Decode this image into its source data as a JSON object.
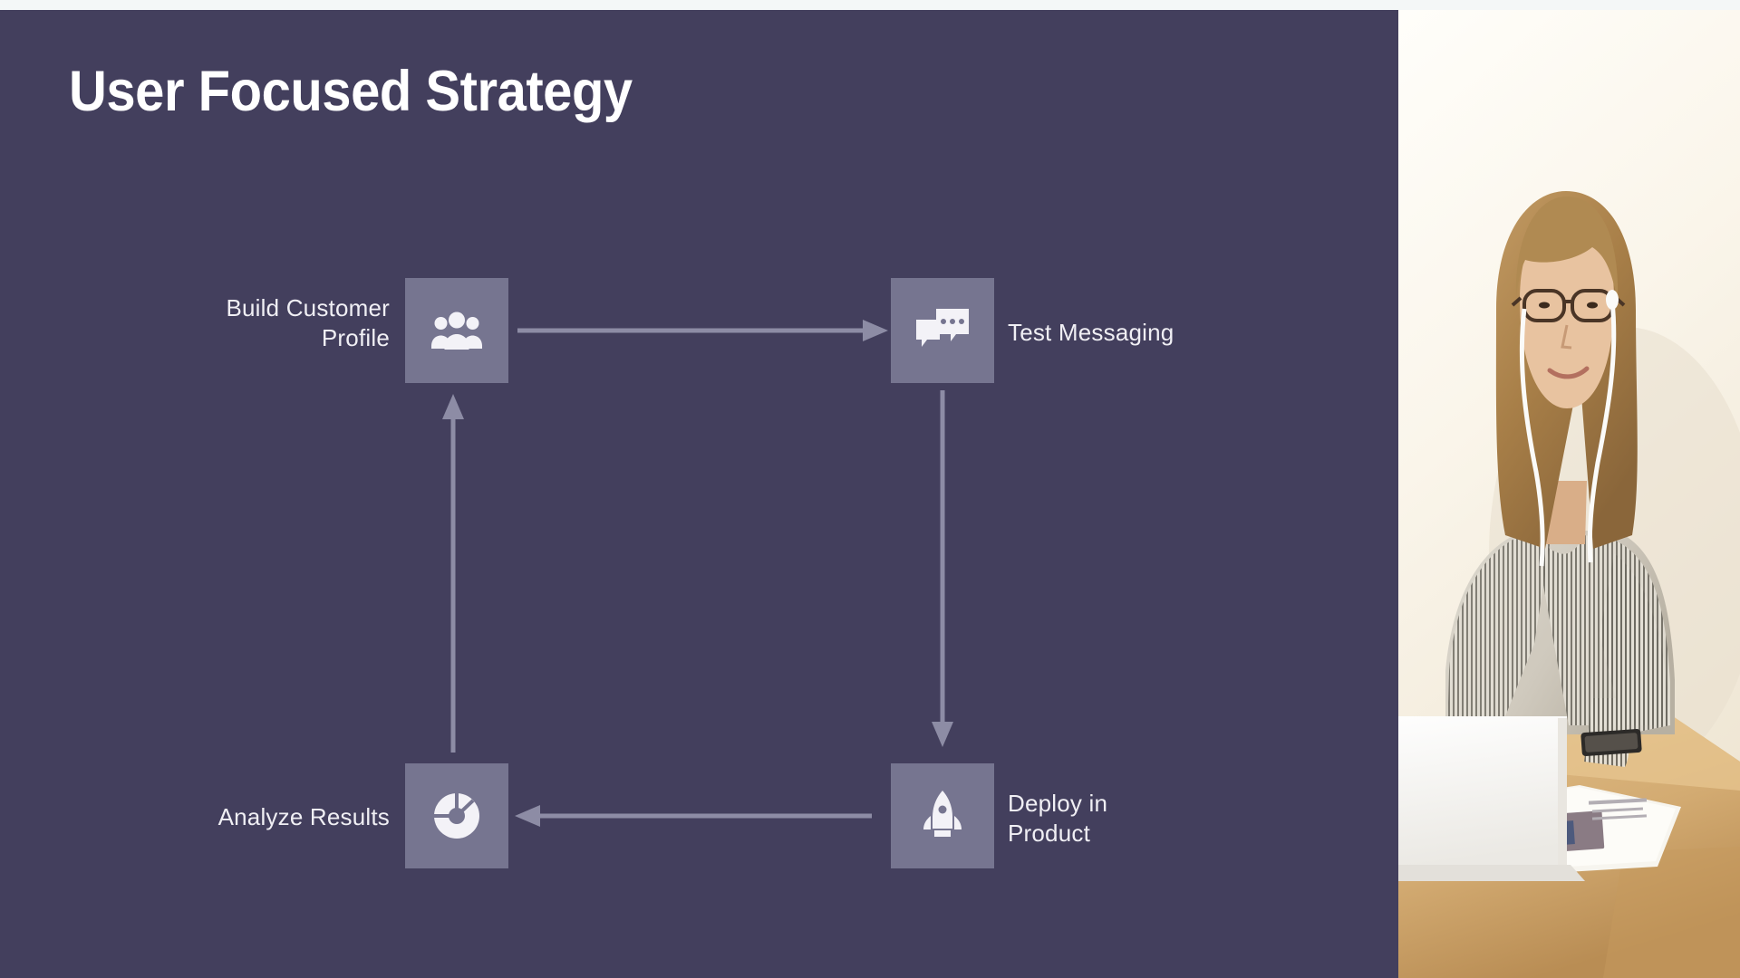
{
  "slide": {
    "title": "User Focused Strategy",
    "background_color": "#433f5d",
    "top_strip_color": "#f4f7f7",
    "node_box_color": "#767590",
    "arrow_color": "#8d8ca5",
    "label_color": "#f0eff4"
  },
  "diagram": {
    "type": "cycle-flow",
    "nodes": [
      {
        "id": "build",
        "label": "Build Customer\nProfile",
        "icon": "people-icon",
        "position": "top-left",
        "label_side": "left"
      },
      {
        "id": "test",
        "label": "Test Messaging",
        "icon": "chat-bubbles-icon",
        "position": "top-right",
        "label_side": "right"
      },
      {
        "id": "deploy",
        "label": "Deploy in\nProduct",
        "icon": "rocket-icon",
        "position": "bottom-right",
        "label_side": "right"
      },
      {
        "id": "analyze",
        "label": "Analyze Results",
        "icon": "donut-chart-icon",
        "position": "bottom-left",
        "label_side": "left"
      }
    ],
    "arrows": [
      {
        "from": "build",
        "to": "test",
        "direction": "right"
      },
      {
        "from": "test",
        "to": "deploy",
        "direction": "down"
      },
      {
        "from": "deploy",
        "to": "analyze",
        "direction": "left"
      },
      {
        "from": "analyze",
        "to": "build",
        "direction": "up"
      }
    ]
  },
  "photo": {
    "description": "Woman with glasses and earbuds working on a white laptop at a wooden desk with a newspaper and phone",
    "wall_color": "#f6f1e6",
    "desk_color": "#d9b47c"
  }
}
